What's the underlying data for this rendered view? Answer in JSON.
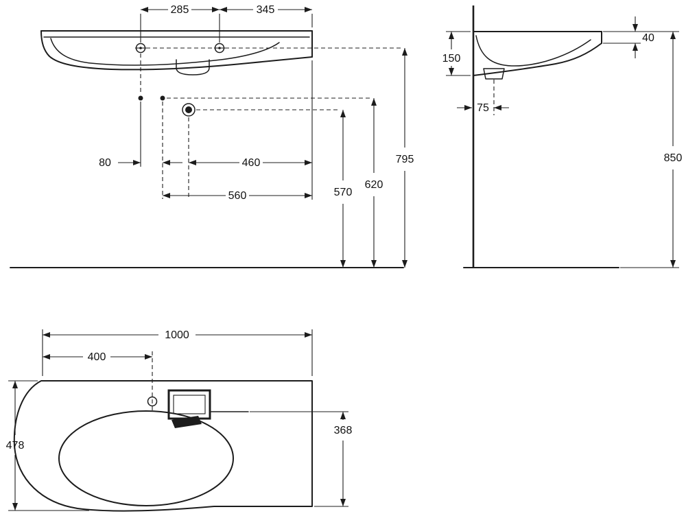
{
  "drawing": {
    "front_view": {
      "tap_hole_spacing": "285",
      "tap_to_right_edge": "345",
      "fixing_hole_spacing": "80",
      "drain_to_right_edge": "460",
      "fixing_to_right_edge": "560",
      "drain_height": "570",
      "fixing_height": "620",
      "tap_height": "795"
    },
    "side_view": {
      "front_apron_height": "150",
      "front_edge_thickness": "40",
      "drain_wall_offset": "75",
      "mounting_height": "850"
    },
    "plan_view": {
      "overall_width": "1000",
      "tap_offset_from_left": "400",
      "overall_depth": "478",
      "right_side_depth": "368"
    }
  }
}
